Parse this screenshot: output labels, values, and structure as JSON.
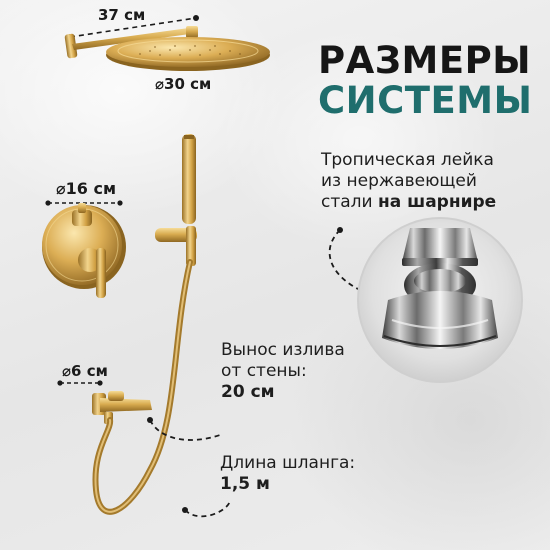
{
  "heading": {
    "line1": "РАЗМЕРЫ",
    "line2": "СИСТЕМЫ"
  },
  "dimensions": {
    "arm_length": "37 см",
    "rain_head_diameter": "⌀30 см",
    "mixer_diameter": "⌀16 см",
    "spout_diameter": "⌀6 см"
  },
  "captions": {
    "tropical_line1": "Тропическая лейка",
    "tropical_line2": "из нержавеющей",
    "tropical_line3_regular": "стали ",
    "tropical_line3_bold": "на шарнире",
    "spout_line1": "Вынос излива",
    "spout_line2": "от стены:",
    "spout_value": "20 см",
    "hose_line1": "Длина шланга:",
    "hose_value": "1,5 м"
  },
  "colors": {
    "gold": "#c99a3e",
    "gold_light": "#f1d28a",
    "gold_dark": "#8a6420",
    "accent_teal": "#1f6e6d",
    "text_dark": "#161616"
  }
}
